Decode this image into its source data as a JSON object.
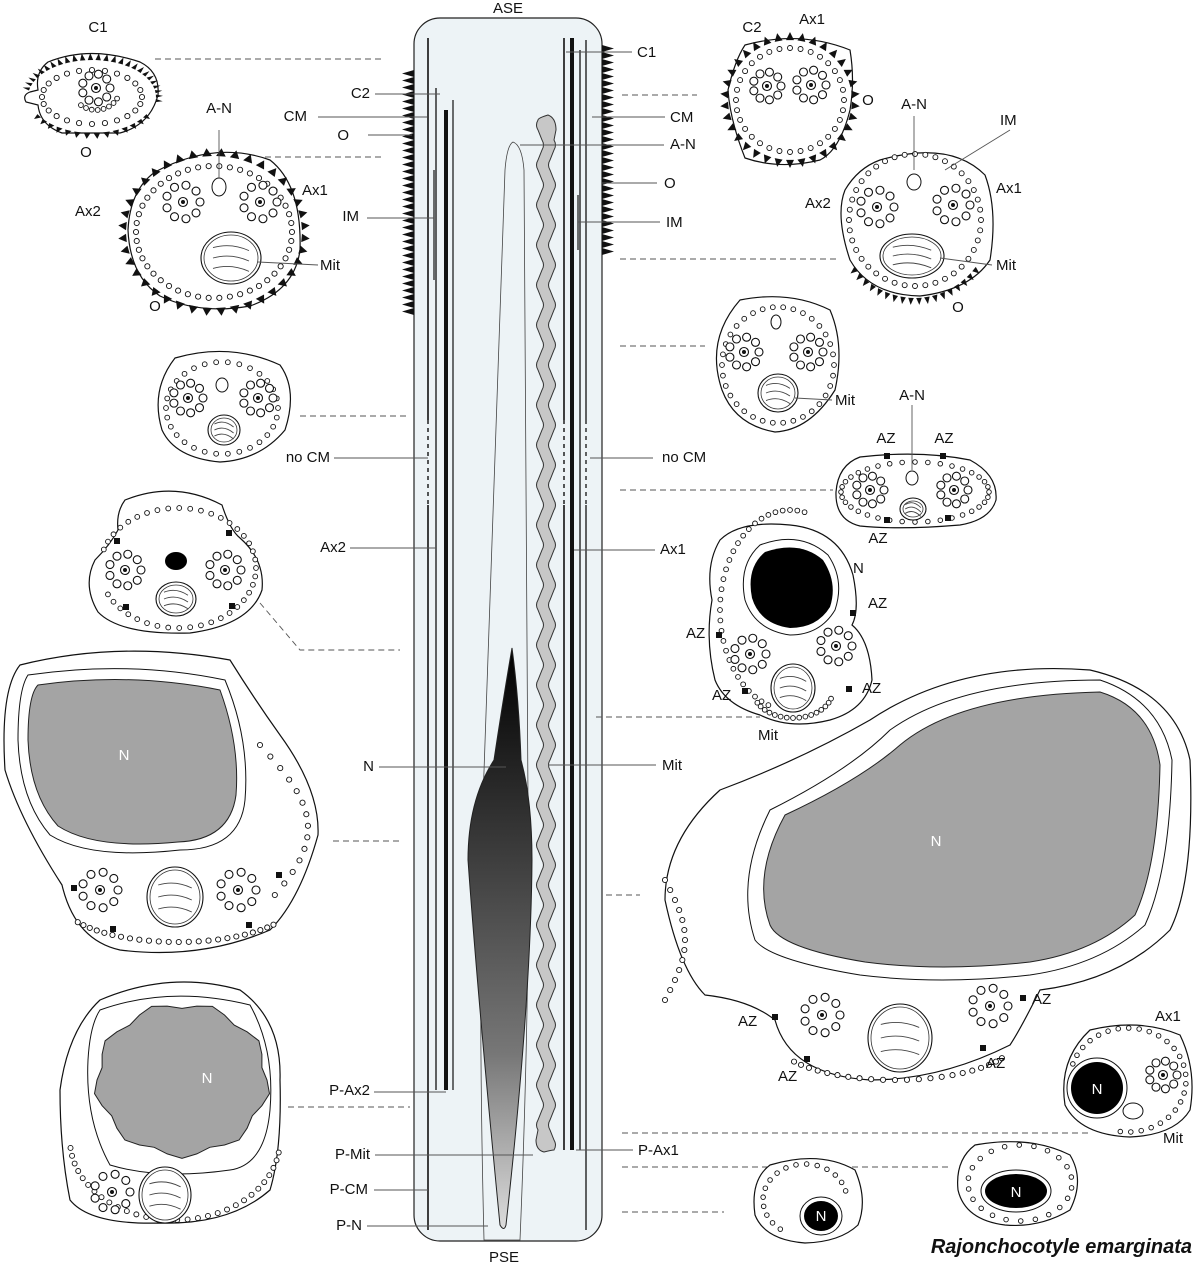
{
  "diagram": {
    "species": "Rajonchocotyle emarginata",
    "center": {
      "top": "ASE",
      "bottom": "PSE",
      "left": [
        "C2",
        "CM",
        "O",
        "IM",
        "no CM",
        "Ax2",
        "N",
        "P-Ax2",
        "P-Mit",
        "P-CM",
        "P-N"
      ],
      "right": [
        "C1",
        "CM",
        "A-N",
        "O",
        "IM",
        "no CM",
        "Ax1",
        "Mit",
        "P-Ax1"
      ]
    },
    "sections": {
      "L1": [
        "C1",
        "O"
      ],
      "L2": [
        "A-N",
        "Ax1",
        "Ax2",
        "Mit",
        "O"
      ],
      "L4": [
        "N"
      ],
      "L5": [
        "N"
      ],
      "R1": [
        "C2",
        "Ax1",
        "O"
      ],
      "R2": [
        "A-N",
        "IM",
        "Ax1",
        "Ax2",
        "Mit",
        "O"
      ],
      "R3": [
        "Mit"
      ],
      "R4": [
        "A-N",
        "AZ",
        "AZ",
        "AZ"
      ],
      "R5": [
        "N",
        "AZ",
        "AZ",
        "AZ",
        "Mit"
      ],
      "R6": [
        "N",
        "AZ",
        "AZ",
        "AZ",
        "AZ"
      ],
      "R7": [
        "N",
        "Ax1",
        "Mit"
      ],
      "R8": [
        "N"
      ],
      "R9": [
        "N"
      ]
    }
  }
}
